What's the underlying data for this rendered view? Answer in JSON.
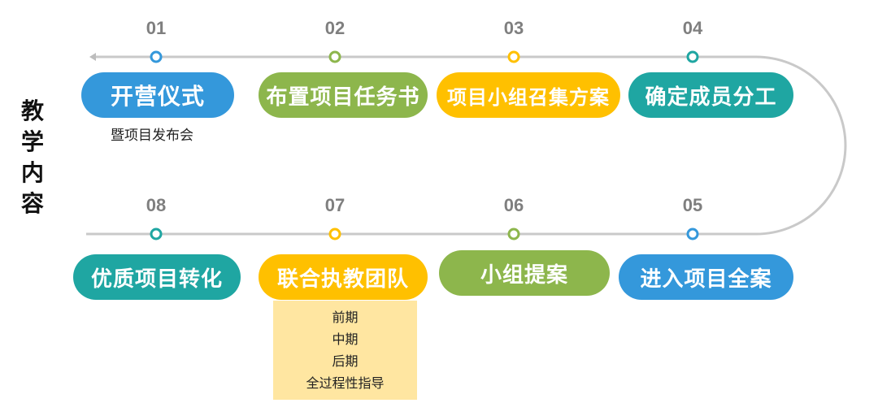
{
  "title_chars": [
    "教",
    "学",
    "内",
    "容"
  ],
  "steps": [
    {
      "num": "01",
      "label": "开营仪式",
      "color": "#3498db"
    },
    {
      "num": "02",
      "label": "布置项目任务书",
      "color": "#8db64c"
    },
    {
      "num": "03",
      "label": "项目小组召集方案",
      "color": "#ffc000"
    },
    {
      "num": "04",
      "label": "确定成员分工",
      "color": "#1fa6a2"
    },
    {
      "num": "05",
      "label": "进入项目全案",
      "color": "#3498db"
    },
    {
      "num": "06",
      "label": "小组提案",
      "color": "#8db64c"
    },
    {
      "num": "07",
      "label": "联合执教团队",
      "color": "#ffc000"
    },
    {
      "num": "08",
      "label": "优质项目转化",
      "color": "#1fa6a2"
    }
  ],
  "step1_subtitle": "暨项目发布会",
  "step7_notes": [
    "前期",
    "中期",
    "后期",
    "全过程性指导"
  ]
}
